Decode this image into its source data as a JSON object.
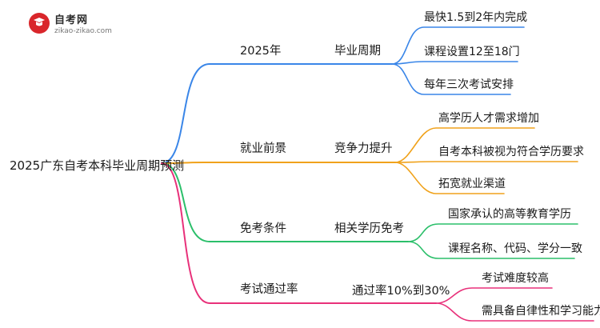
{
  "logo": {
    "title": "自考网",
    "url": "zikao-zikao.com"
  },
  "root": "2025广东自考本科毕业周期预测",
  "branches": [
    {
      "label": "2025年",
      "middle": "毕业周期",
      "color": "#3a86e8",
      "leaves": [
        "最快1.5到2年内完成",
        "课程设置12至18门",
        "每年三次考试安排"
      ]
    },
    {
      "label": "就业前景",
      "middle": "竞争力提升",
      "color": "#f0a21b",
      "leaves": [
        "高学历人才需求增加",
        "自考本科被视为符合学历要求",
        "拓宽就业渠道"
      ]
    },
    {
      "label": "免考条件",
      "middle": "相关学历免考",
      "color": "#2bbf6a",
      "leaves": [
        "国家承认的高等教育学历",
        "课程名称、代码、学分一致"
      ]
    },
    {
      "label": "考试通过率",
      "middle": "通过率10%到30%",
      "color": "#e8317a",
      "leaves": [
        "考试难度较高",
        "需具备自律性和学习能力"
      ]
    }
  ]
}
